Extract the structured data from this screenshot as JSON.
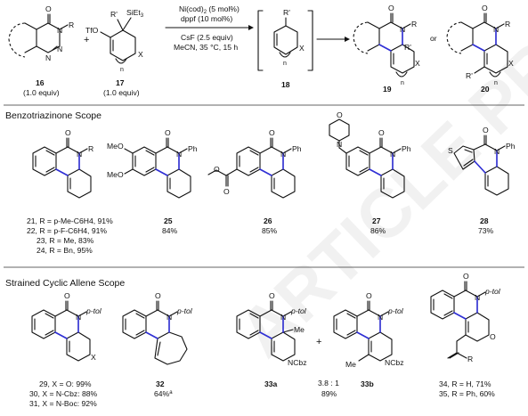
{
  "scheme": {
    "cmpd16": "16",
    "cmpd16_equiv": "(1.0 equiv)",
    "cmpd17": "17",
    "cmpd17_equiv": "(1.0 equiv)",
    "plus": "+",
    "cond1": "Ni(cod)",
    "cond1_sub": "2",
    "cond1_rest": " (5 mol%)",
    "cond2": "dppf (10 mol%)",
    "cond3": "CsF (2.5 equiv)",
    "cond4": "MeCN, 35 °C, 15 h",
    "cmpd18": "18",
    "cmpd19": "19",
    "cmpd20": "20",
    "or": "or",
    "lbl_O": "O",
    "lbl_N": "N",
    "lbl_R": "R",
    "lbl_X": "X",
    "lbl_n": "n",
    "lbl_Rp": "R'",
    "lbl_TfO": "TfO",
    "lbl_SiEt3": "SiEt",
    "lbl_SiEt3_sub": "3"
  },
  "benzotriazinone_scope": {
    "title": "Benzotriazinone Scope",
    "c21": "21, R = p-Me-C6H4, 91%",
    "c22": "22, R = p-F-C6H4, 91%",
    "c23": "23, R = Me, 83%",
    "c24": "24, R = Bn, 95%",
    "c25": "25",
    "y25": "84%",
    "c26": "26",
    "y26": "85%",
    "c27": "27",
    "y27": "86%",
    "c28": "28",
    "y28": "73%",
    "lbl_Ph": "Ph",
    "lbl_MeO": "MeO",
    "lbl_S": "S"
  },
  "allene_scope": {
    "title": "Strained Cyclic Allene Scope",
    "c29": "29, X = O: 99%",
    "c30": "30, X = N-Cbz: 88%",
    "c31": "31, X = N-Boc: 92%",
    "c32": "32",
    "y32": "64%",
    "y32_sup": "a",
    "c33a": "33a",
    "c33b": "33b",
    "ratio": "3.8 : 1",
    "y33": "89%",
    "plus": "+",
    "c34": "34, R = H, 71%",
    "c35": "35, R = Ph, 60%",
    "lbl_ptol": "p-tol",
    "lbl_Me": "Me",
    "lbl_NCbz": "NCbz"
  },
  "watermark": "ARTICLE PREVIEW"
}
